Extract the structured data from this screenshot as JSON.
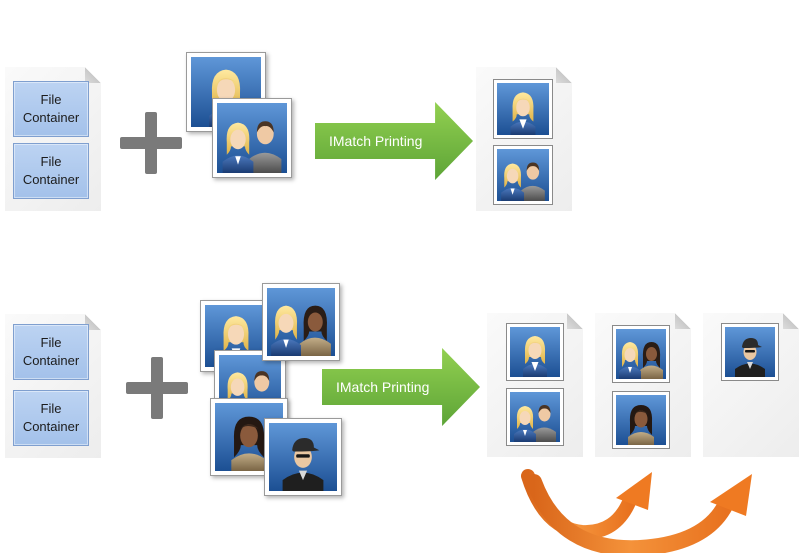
{
  "diagram": {
    "file_container_label_line1": "File",
    "file_container_label_line2": "Container",
    "arrow_label": "IMatch Printing"
  },
  "icons": {
    "woman": "woman-portrait-icon",
    "couple": "couple-portrait-icon",
    "two_women": "two-women-portrait-icon",
    "dark_woman": "dark-hair-woman-portrait-icon",
    "cap_man": "man-with-cap-portrait-icon"
  },
  "colors": {
    "container_fill": "#a3c1ea",
    "arrow_green": "#70b342",
    "curve_orange": "#ef7a22",
    "photo_blue": "#2d66ae"
  }
}
